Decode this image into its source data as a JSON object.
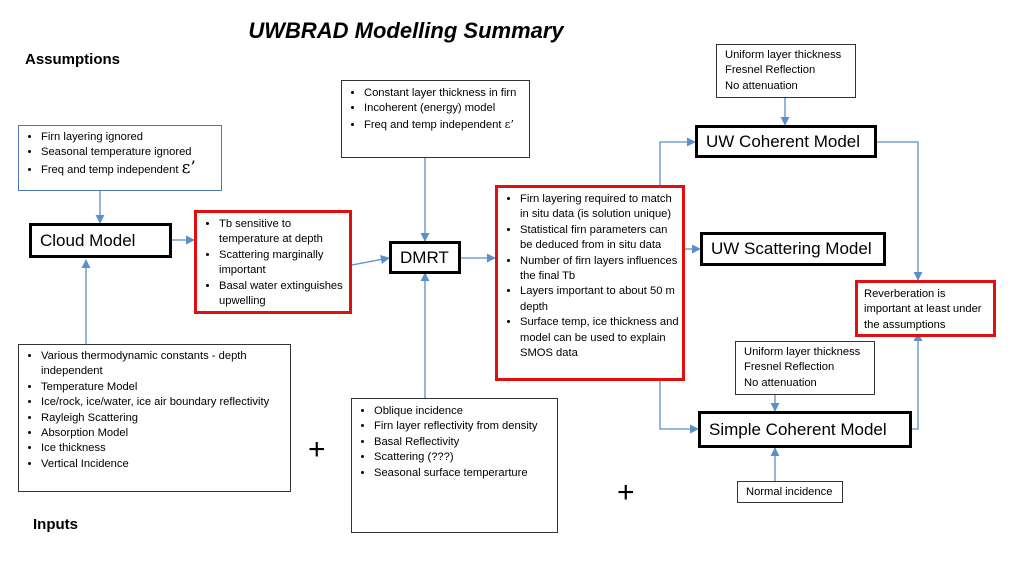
{
  "title": "UWBRAD Modelling Summary",
  "sections": {
    "assumptions": "Assumptions",
    "inputs": "Inputs"
  },
  "cloud_assumptions": [
    "Firn layering ignored",
    "Seasonal temperature ignored",
    "Freq and temp independent"
  ],
  "epsilon_symbol": "ε’",
  "cloud_model": "Cloud Model",
  "cloud_results": [
    "Tb sensitive to temperature at depth",
    "Scattering marginally important",
    "Basal water extinguishes upwelling"
  ],
  "cloud_inputs": [
    "Various thermodynamic constants - depth independent",
    "Temperature Model",
    "Ice/rock, ice/water, ice air boundary reflectivity",
    "Rayleigh Scattering",
    "Absorption Model",
    "Ice thickness",
    "Vertical Incidence"
  ],
  "plus_sign": "+",
  "dmrt_assumptions": [
    "Constant layer thickness in firn",
    "Incoherent (energy) model",
    "Freq and temp independent"
  ],
  "dmrt_epsilon": "ε’",
  "dmrt": "DMRT",
  "dmrt_inputs": [
    "Oblique incidence",
    "Firn layer reflectivity from density",
    "Basal Reflectivity",
    "Scattering (???)",
    "Seasonal surface temperarture"
  ],
  "dmrt_results": [
    "Firn layering required to match in situ data (is solution unique)",
    "Statistical firn parameters can be deduced from in situ data",
    "Number of firn layers influences the final Tb",
    "Layers important to about 50 m depth",
    "Surface temp, ice thickness and model can be used to explain SMOS data"
  ],
  "uw_coherent_assumptions": [
    "Uniform layer thickness",
    "Fresnel Reflection",
    "No attenuation"
  ],
  "uw_coherent_model": "UW Coherent Model",
  "uw_scattering_model": "UW Scattering Model",
  "reverberation": "Reverberation is important at least under the assumptions",
  "simple_coherent_assumptions": [
    "Uniform layer thickness",
    "Fresnel Reflection",
    "No attenuation"
  ],
  "simple_coherent_model": "Simple Coherent Model",
  "simple_coherent_input": "Normal incidence",
  "colors": {
    "arrow": "#5b8fc7",
    "result_border": "#e01010",
    "box_border": "#4a78b0"
  }
}
